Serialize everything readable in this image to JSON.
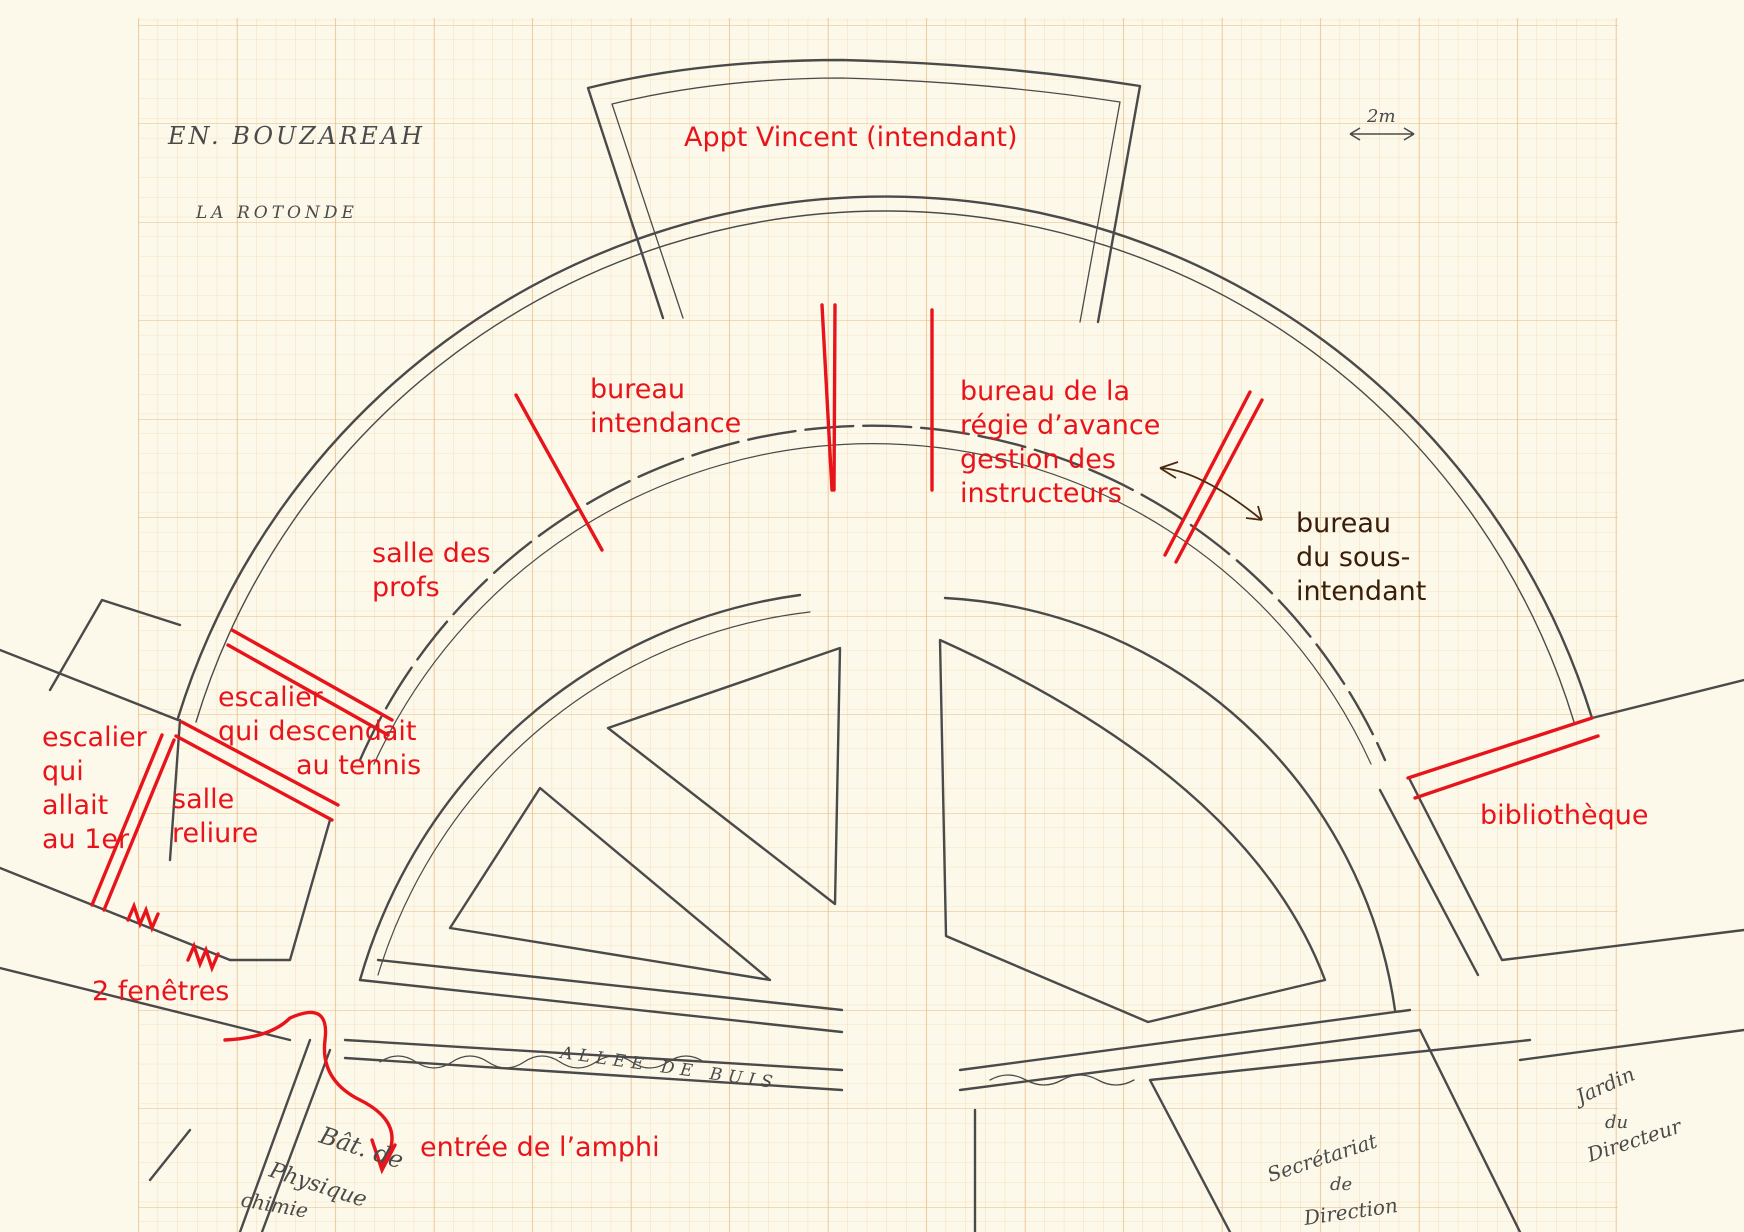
{
  "title": {
    "line1": "EN. BOUZAREAH",
    "line2": "LA ROTONDE"
  },
  "scale": {
    "label": "2m"
  },
  "rooms": {
    "appt": "Appt Vincent (intendant)",
    "bureau_intendance": [
      "bureau",
      "intendance"
    ],
    "regie": [
      "bureau de la",
      "régie d’avance",
      "gestion des",
      "instructeurs"
    ],
    "sous_intendant": [
      "bureau",
      "du sous-",
      "intendant"
    ],
    "salle_profs": [
      "salle des",
      "profs"
    ],
    "escalier_tennis": [
      "escalier",
      "qui descendait",
      "au tennis"
    ],
    "escalier_1er": [
      "escalier",
      "qui",
      "allait",
      "au 1er"
    ],
    "salle_reliure": [
      "salle",
      "reliure"
    ],
    "bibliotheque": "bibliothèque",
    "fenetres": "2 fenêtres",
    "amphi": "entrée de l’amphi"
  },
  "pencil_labels": {
    "allee": "ALLEE   DE   BUIS",
    "bat": [
      "Bât. de",
      "Physique",
      "chimie"
    ],
    "secretariat": [
      "Secrétariat",
      "de",
      "Direction"
    ],
    "jardin": [
      "Jardin",
      "du",
      "Directeur"
    ]
  },
  "colors": {
    "grid": "#f0c997",
    "grid_major": "#e2b87e",
    "pencil": "#4a4a4a",
    "ink": "#e8141b",
    "brown": "#4a2a10",
    "paper": "#fdf9ea"
  }
}
